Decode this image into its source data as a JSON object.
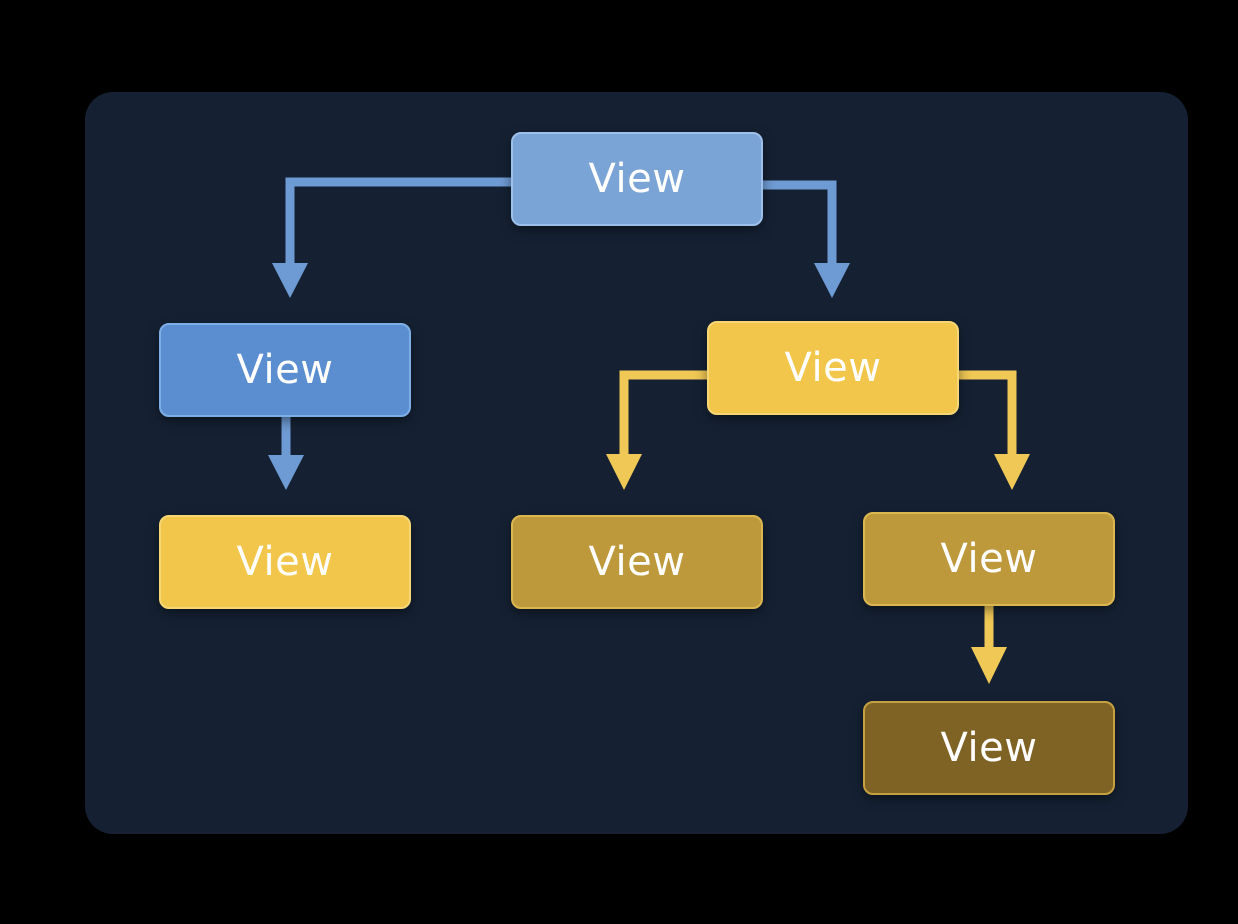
{
  "diagram": {
    "nodes": {
      "root": {
        "label": "View"
      },
      "left": {
        "label": "View"
      },
      "left_child": {
        "label": "View"
      },
      "right": {
        "label": "View"
      },
      "right_left_child": {
        "label": "View"
      },
      "right_right_child": {
        "label": "View"
      },
      "right_right_grandchild": {
        "label": "View"
      }
    },
    "edges": [
      {
        "from": "root",
        "to": "left"
      },
      {
        "from": "root",
        "to": "right"
      },
      {
        "from": "left",
        "to": "left_child"
      },
      {
        "from": "right",
        "to": "right_left_child"
      },
      {
        "from": "right",
        "to": "right_right_child"
      },
      {
        "from": "right_right_child",
        "to": "right_right_grandchild"
      }
    ],
    "colors": {
      "background": "#000000",
      "panel": "#152133",
      "blue_light": "#7aa3d6",
      "blue": "#5b8ed1",
      "blue_connector": "#6f9bd4",
      "yellow": "#f2c64b",
      "yellow_connector": "#f0c855",
      "gold": "#be993c",
      "brown": "#7e6325",
      "text": "#ffffff"
    }
  }
}
